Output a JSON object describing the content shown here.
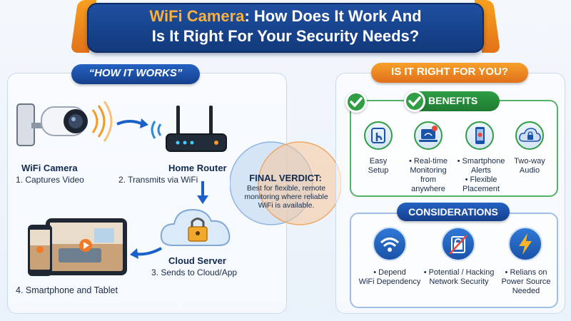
{
  "title": {
    "highlight": "WiFi Camera",
    "line1_rest": ": How Does It Work And",
    "line2": "Is It Right For Your Security Needs?"
  },
  "how_it_works": {
    "heading": "“HOW IT WORKS”",
    "camera": {
      "title": "WiFi Camera",
      "step": "1. Captures Video"
    },
    "router": {
      "title": "Home Router",
      "step": "2. Transmits via WiFi"
    },
    "cloud": {
      "title": "Cloud Server",
      "step": "3. Sends to Cloud/App"
    },
    "devices": {
      "step": "4. Smartphone and Tablet"
    }
  },
  "verdict": {
    "title": "FINAL VERDICT:",
    "text": "Best for flexible, remote monitoring where reliable WiFi is available."
  },
  "right_for_you": {
    "heading": "IS IT RIGHT FOR YOU?",
    "benefits": {
      "heading": "BENEFITS",
      "items": [
        {
          "icon": "hand-tap-icon",
          "lines": [
            "Easy",
            "Setup"
          ]
        },
        {
          "icon": "laptop-monitor-icon",
          "lines": [
            "• Real-time",
            "Monitoring",
            "from",
            "anywhere"
          ]
        },
        {
          "icon": "smartphone-icon",
          "lines": [
            "• Smartphone",
            "Alerts",
            "• Flexible",
            "Placement"
          ]
        },
        {
          "icon": "cloud-lock-icon",
          "lines": [
            "Two-way",
            "Audio"
          ]
        }
      ]
    },
    "considerations": {
      "heading": "CONSIDERATIONS",
      "items": [
        {
          "icon": "wifi-icon",
          "lines": [
            "• Depend",
            "WiFi Dependency"
          ]
        },
        {
          "icon": "lock-hacking-icon",
          "lines": [
            "• Potential / Hacking",
            "Network Security"
          ]
        },
        {
          "icon": "lightning-icon",
          "lines": [
            "• Relians on",
            "Power Source",
            "Needed"
          ]
        }
      ]
    }
  },
  "colors": {
    "navy": "#153f8c",
    "orange": "#e1701b",
    "green": "#2f9e44",
    "title_highlight": "#fbb03b"
  }
}
